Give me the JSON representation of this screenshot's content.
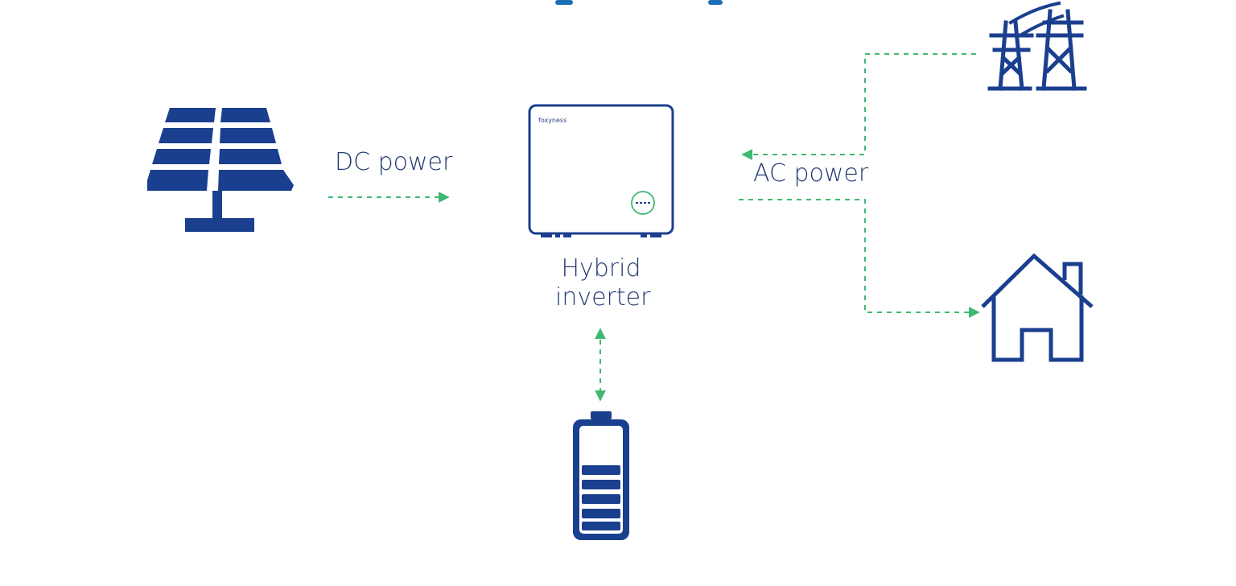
{
  "labels": {
    "dc_power": "DC power",
    "ac_power": "AC power",
    "inverter_line1": "Hybrid",
    "inverter_line2": "inverter",
    "inverter_brand": "foxyness"
  },
  "colors": {
    "icon_navy": "#1b3f8f",
    "text_navy": "#243a73",
    "flow_green": "#3fb971"
  },
  "icons": [
    "solar-panel-icon",
    "hybrid-inverter-icon",
    "battery-icon",
    "power-pylon-icon",
    "house-icon"
  ]
}
